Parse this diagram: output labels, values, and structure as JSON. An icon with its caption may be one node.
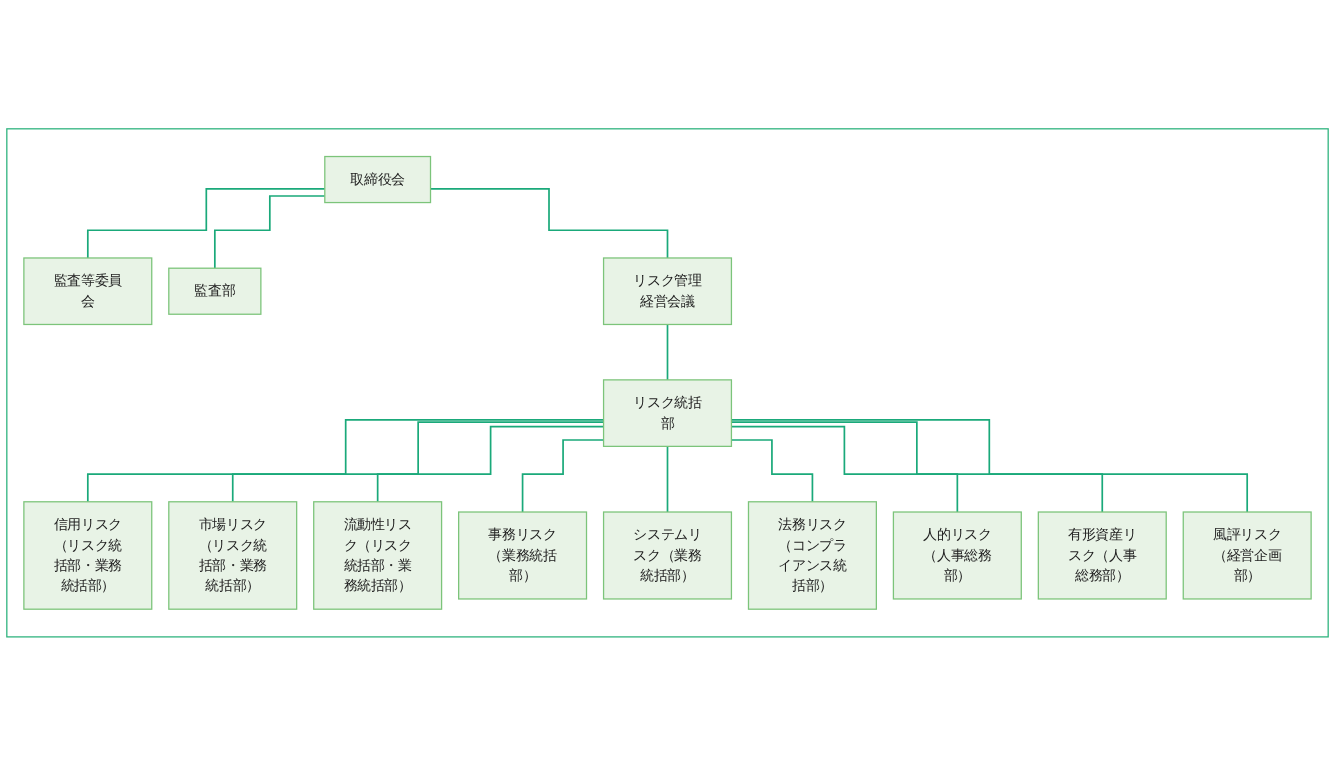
{
  "diagram": {
    "nodes": [
      {
        "text": [],
        "shape": "box"
      },
      {
        "text": [
          "取締役会"
        ],
        "in": 0
      },
      {
        "text": [
          "監査等委員会"
        ],
        "in": 0
      },
      {
        "text": [
          "監査部"
        ],
        "in": 0
      },
      {
        "text": [
          "リスク管理経営会議"
        ],
        "in": 0
      },
      {
        "text": [
          "リスク統括部"
        ],
        "in": 0
      },
      {
        "text": [
          "信用リスク（リスク統括部・業務統括部）"
        ],
        "in": 0
      },
      {
        "text": [
          "市場リスク（リスク統括部・業務統括部）"
        ],
        "in": 0
      },
      {
        "text": [
          "流動性リスク（リスク統括部・業務統括部）"
        ],
        "in": 0
      },
      {
        "text": [
          "事務リスク（業務統括部）"
        ],
        "in": 0
      },
      {
        "text": [
          "システムリスク（業務統括部）"
        ],
        "in": 0
      },
      {
        "text": [
          "法務リスク（コンプライアンス統括部）"
        ],
        "in": 0
      },
      {
        "text": [
          "人的リスク（人事総務部）"
        ],
        "in": 0
      },
      {
        "text": [
          "有形資産リスク（人事総務部）"
        ],
        "in": 0
      },
      {
        "text": [
          "風評リスク（経営企画部）"
        ],
        "in": 0
      }
    ],
    "edges": [
      {
        "from": 1,
        "to": 2,
        "arrow": "none"
      },
      {
        "from": 1,
        "to": 3,
        "arrow": "none"
      },
      {
        "from": 1,
        "to": 4,
        "arrow": "none"
      },
      {
        "from": 4,
        "to": 5,
        "arrow": "none"
      },
      {
        "from": 5,
        "to": 6,
        "arrow": "none"
      },
      {
        "from": 5,
        "to": 7,
        "arrow": "none"
      },
      {
        "from": 5,
        "to": 8,
        "arrow": "none"
      },
      {
        "from": 5,
        "to": 9,
        "arrow": "none"
      },
      {
        "from": 5,
        "to": 10,
        "arrow": "none"
      },
      {
        "from": 5,
        "to": 11,
        "arrow": "none"
      },
      {
        "from": 5,
        "to": 12,
        "arrow": "none"
      },
      {
        "from": 5,
        "to": 13,
        "arrow": "none"
      },
      {
        "from": 5,
        "to": 14,
        "arrow": "none"
      }
    ]
  }
}
